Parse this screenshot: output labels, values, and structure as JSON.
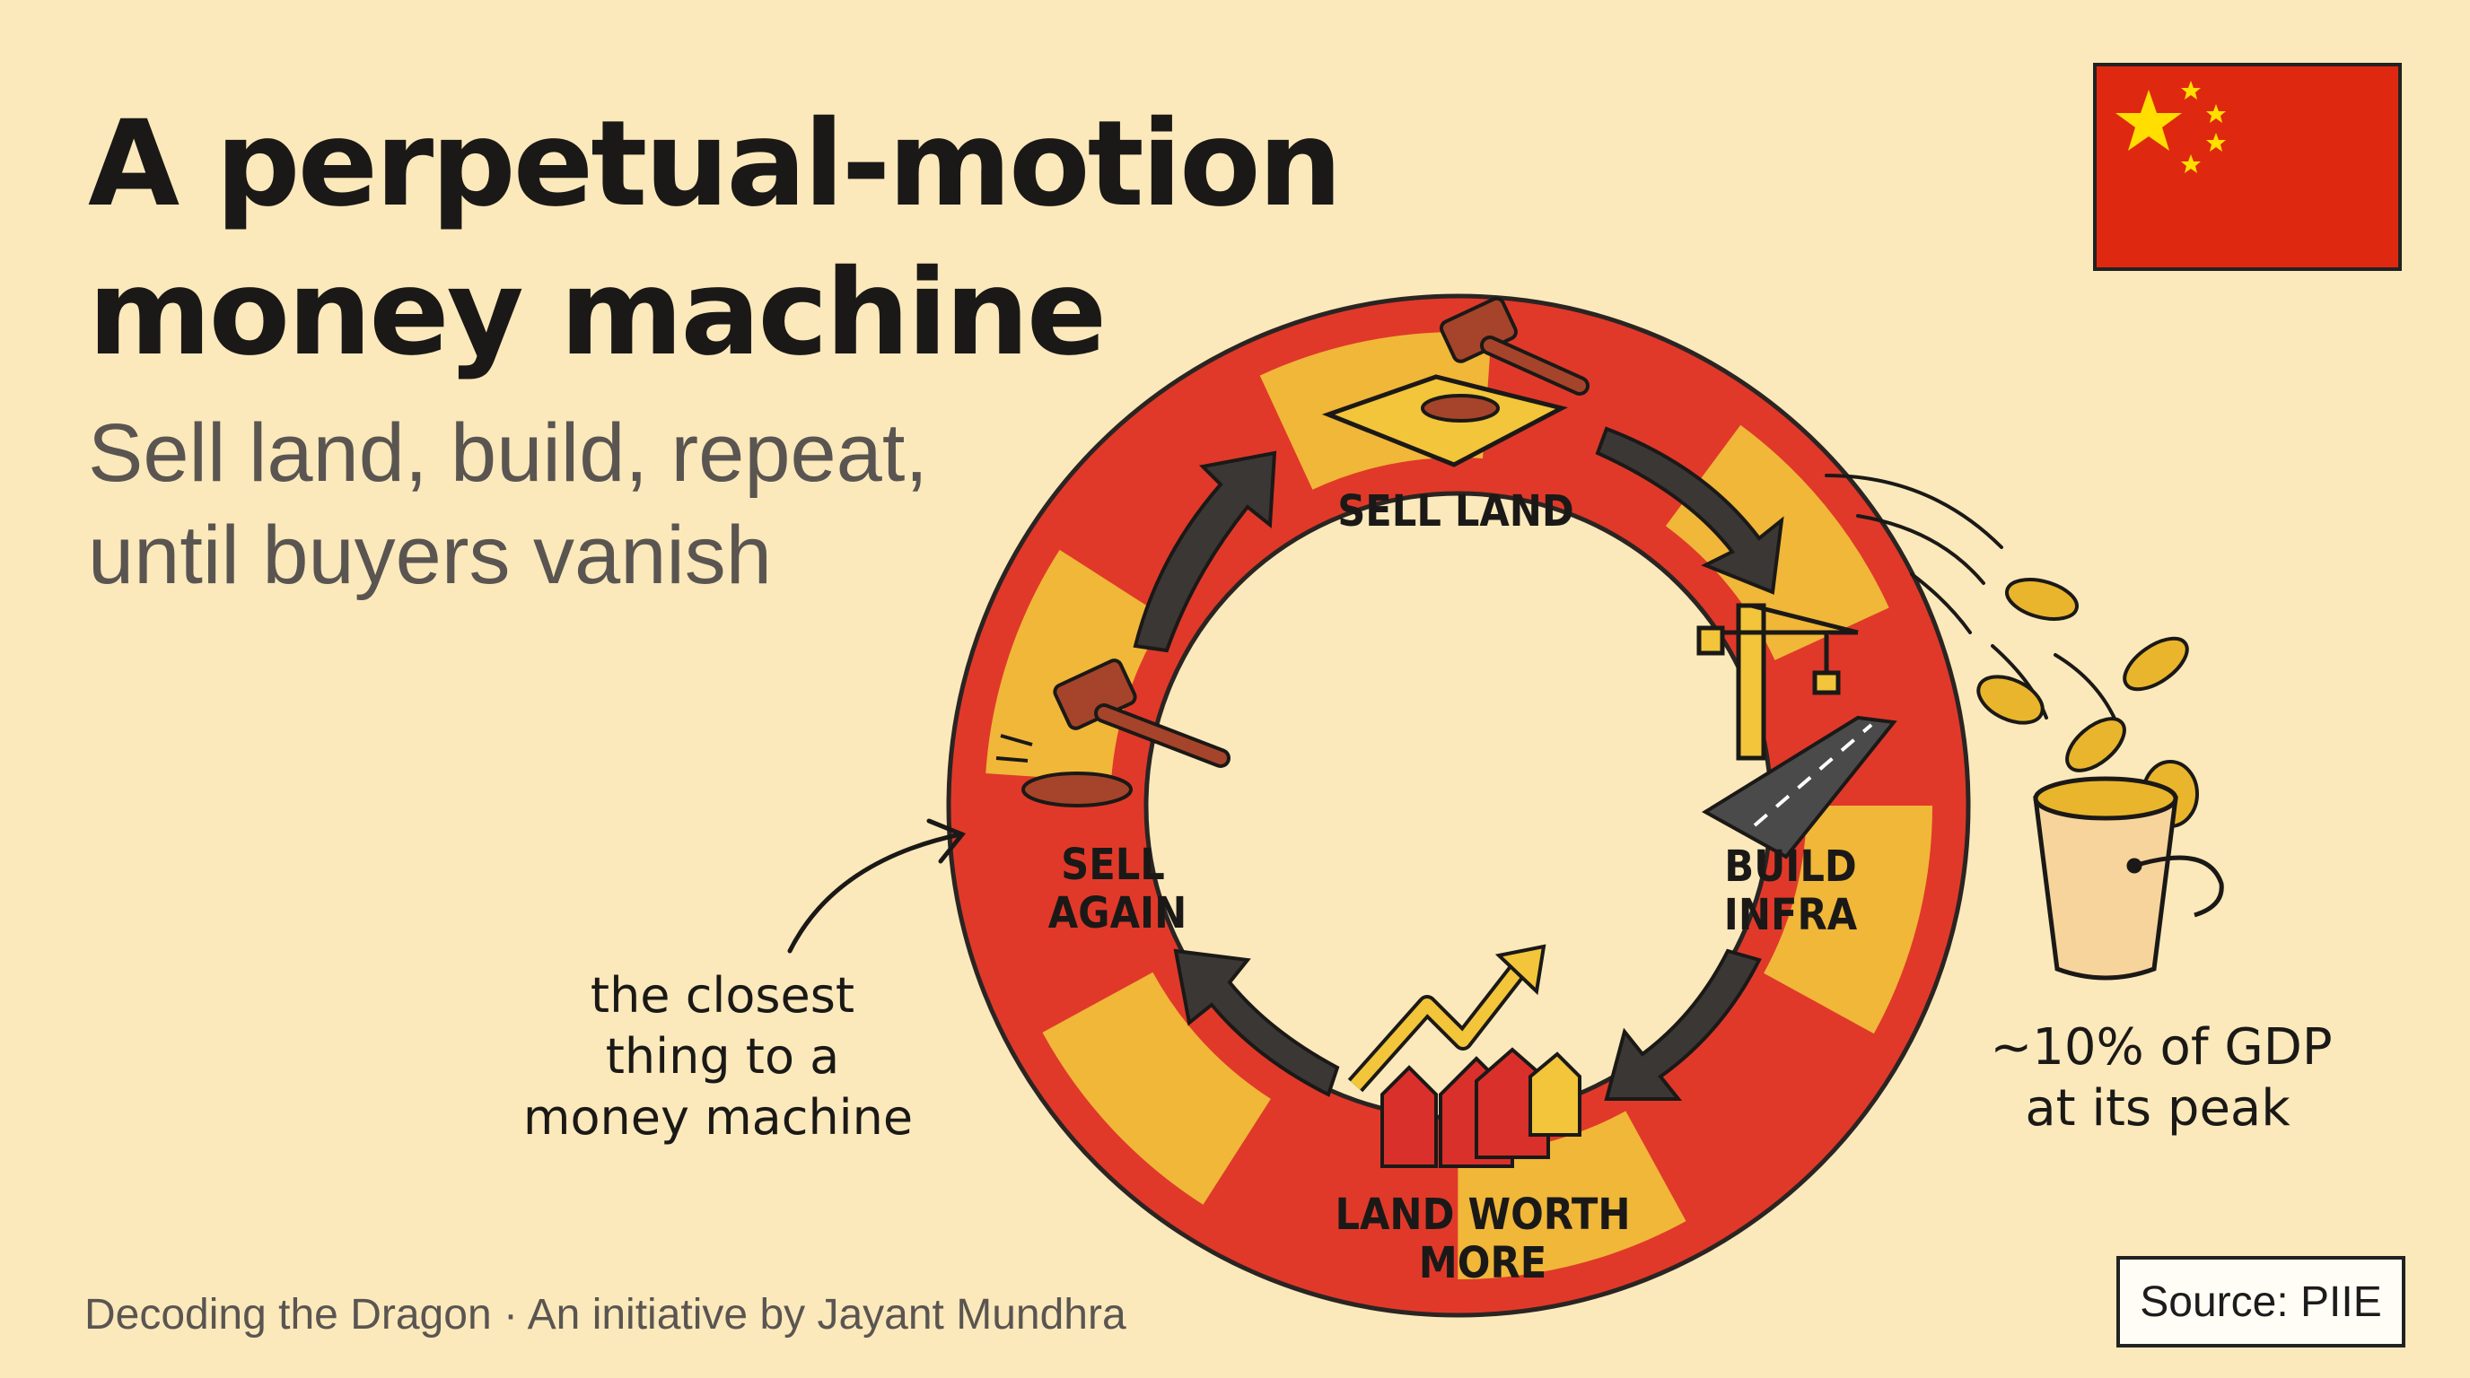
{
  "header": {
    "title_line1": "A perpetual-motion",
    "title_line2": "money machine",
    "subtitle_line1": "Sell land, build, repeat,",
    "subtitle_line2": "until buyers vanish"
  },
  "cycle": {
    "stages": [
      {
        "line1": "SELL LAND",
        "line2": ""
      },
      {
        "line1": "BUILD",
        "line2": "INFRA"
      },
      {
        "line1": "LAND WORTH",
        "line2": "MORE"
      },
      {
        "line1": "SELL",
        "line2": "AGAIN"
      }
    ]
  },
  "annotation": {
    "line1": "the closest",
    "line2": "thing to a",
    "line3": "money machine"
  },
  "gdp_note": {
    "line1": "~10% of GDP",
    "line2": "at its peak"
  },
  "footer": {
    "credit": "Decoding the Dragon · An initiative by Jayant Mundhra",
    "source": "Source: PIIE"
  },
  "colors": {
    "background": "#fbe9bb",
    "ring_red": "#e0392a",
    "ring_yellow": "#f2c53a",
    "flag_red": "#de2910",
    "flag_star": "#ffde00"
  },
  "icons": [
    "gavel-icon",
    "crane-icon",
    "road-icon",
    "houses-icon",
    "rising-arrow-icon",
    "coin-icon",
    "bucket-icon",
    "flag-china-icon"
  ]
}
